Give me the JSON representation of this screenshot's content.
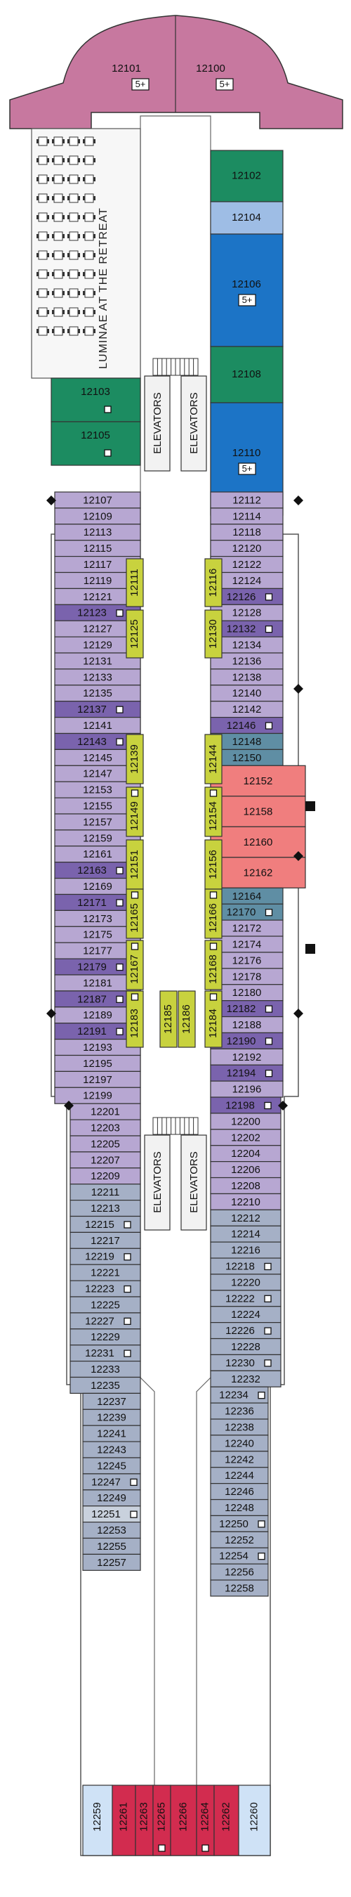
{
  "colors": {
    "bow": "#c7789f",
    "lavender": "#b7a7d2",
    "purple": "#7a63ad",
    "green": "#1c8c61",
    "blue": "#1c74c6",
    "lightblue": "#9ebde5",
    "gray": "#a5b0c6",
    "lightgray": "#c9d1dd",
    "yellow": "#c8d23e",
    "red": "#f07e7e",
    "teal": "#5f8ea4",
    "stern": "#d22c4f",
    "sternlight": "#cfe2f6",
    "corridor": "#ffffff"
  },
  "labels": {
    "venue": "LUMINAE AT THE RETREAT",
    "elevators": "ELEVATORS",
    "badge": "5+"
  },
  "bow_cabins": [
    {
      "id": "12101",
      "badge": true
    },
    {
      "id": "12100",
      "badge": true
    }
  ],
  "front_left_suites": [
    "12103",
    "12105"
  ],
  "front_right_suites": [
    {
      "id": "12102",
      "color": "green",
      "badge": false
    },
    {
      "id": "12104",
      "color": "lightblue",
      "badge": false
    },
    {
      "id": "12106",
      "color": "blue",
      "badge": true
    },
    {
      "id": "12108",
      "color": "green",
      "badge": false
    },
    {
      "id": "12110",
      "color": "blue",
      "badge": true
    }
  ],
  "left_cabins": [
    {
      "id": "12107",
      "c": "lavender"
    },
    {
      "id": "12109",
      "c": "lavender"
    },
    {
      "id": "12113",
      "c": "lavender"
    },
    {
      "id": "12115",
      "c": "lavender"
    },
    {
      "id": "12117",
      "c": "lavender"
    },
    {
      "id": "12119",
      "c": "lavender"
    },
    {
      "id": "12121",
      "c": "lavender"
    },
    {
      "id": "12123",
      "c": "purple",
      "a": true
    },
    {
      "id": "12127",
      "c": "lavender"
    },
    {
      "id": "12129",
      "c": "lavender"
    },
    {
      "id": "12131",
      "c": "lavender"
    },
    {
      "id": "12133",
      "c": "lavender"
    },
    {
      "id": "12135",
      "c": "lavender"
    },
    {
      "id": "12137",
      "c": "purple",
      "a": true
    },
    {
      "id": "12141",
      "c": "lavender"
    },
    {
      "id": "12143",
      "c": "purple",
      "a": true
    },
    {
      "id": "12145",
      "c": "lavender"
    },
    {
      "id": "12147",
      "c": "lavender"
    },
    {
      "id": "12153",
      "c": "lavender"
    },
    {
      "id": "12155",
      "c": "lavender"
    },
    {
      "id": "12157",
      "c": "lavender"
    },
    {
      "id": "12159",
      "c": "lavender"
    },
    {
      "id": "12161",
      "c": "lavender"
    },
    {
      "id": "12163",
      "c": "purple",
      "a": true
    },
    {
      "id": "12169",
      "c": "lavender"
    },
    {
      "id": "12171",
      "c": "purple",
      "a": true
    },
    {
      "id": "12173",
      "c": "lavender"
    },
    {
      "id": "12175",
      "c": "lavender"
    },
    {
      "id": "12177",
      "c": "lavender"
    },
    {
      "id": "12179",
      "c": "purple",
      "a": true
    },
    {
      "id": "12181",
      "c": "lavender"
    },
    {
      "id": "12187",
      "c": "purple",
      "a": true
    },
    {
      "id": "12189",
      "c": "lavender"
    },
    {
      "id": "12191",
      "c": "purple",
      "a": true
    },
    {
      "id": "12193",
      "c": "lavender"
    },
    {
      "id": "12195",
      "c": "lavender"
    },
    {
      "id": "12197",
      "c": "lavender"
    },
    {
      "id": "12199",
      "c": "lavender"
    },
    {
      "id": "12201",
      "c": "lavender"
    },
    {
      "id": "12203",
      "c": "lavender"
    },
    {
      "id": "12205",
      "c": "lavender"
    },
    {
      "id": "12207",
      "c": "lavender"
    },
    {
      "id": "12209",
      "c": "lavender"
    },
    {
      "id": "12211",
      "c": "gray"
    },
    {
      "id": "12213",
      "c": "gray"
    },
    {
      "id": "12215",
      "c": "gray",
      "a": true
    },
    {
      "id": "12217",
      "c": "gray"
    },
    {
      "id": "12219",
      "c": "gray",
      "a": true
    },
    {
      "id": "12221",
      "c": "gray"
    },
    {
      "id": "12223",
      "c": "gray",
      "a": true
    },
    {
      "id": "12225",
      "c": "gray"
    },
    {
      "id": "12227",
      "c": "gray",
      "a": true
    },
    {
      "id": "12229",
      "c": "gray"
    },
    {
      "id": "12231",
      "c": "gray",
      "a": true
    },
    {
      "id": "12233",
      "c": "gray"
    },
    {
      "id": "12235",
      "c": "gray"
    },
    {
      "id": "12237",
      "c": "gray"
    },
    {
      "id": "12239",
      "c": "gray"
    },
    {
      "id": "12241",
      "c": "gray"
    },
    {
      "id": "12243",
      "c": "gray"
    },
    {
      "id": "12245",
      "c": "gray"
    },
    {
      "id": "12247",
      "c": "gray",
      "a": true
    },
    {
      "id": "12249",
      "c": "gray"
    },
    {
      "id": "12251",
      "c": "lightgray",
      "a": true
    },
    {
      "id": "12253",
      "c": "gray"
    },
    {
      "id": "12255",
      "c": "gray"
    },
    {
      "id": "12257",
      "c": "gray"
    }
  ],
  "right_cabins": [
    {
      "id": "12112",
      "c": "lavender"
    },
    {
      "id": "12114",
      "c": "lavender"
    },
    {
      "id": "12118",
      "c": "lavender"
    },
    {
      "id": "12120",
      "c": "lavender"
    },
    {
      "id": "12122",
      "c": "lavender"
    },
    {
      "id": "12124",
      "c": "lavender"
    },
    {
      "id": "12126",
      "c": "purple",
      "a": true
    },
    {
      "id": "12128",
      "c": "lavender"
    },
    {
      "id": "12132",
      "c": "purple",
      "a": true
    },
    {
      "id": "12134",
      "c": "lavender"
    },
    {
      "id": "12136",
      "c": "lavender"
    },
    {
      "id": "12138",
      "c": "lavender"
    },
    {
      "id": "12140",
      "c": "lavender"
    },
    {
      "id": "12142",
      "c": "lavender"
    },
    {
      "id": "12146",
      "c": "purple",
      "a": true
    },
    {
      "id": "12148",
      "c": "teal"
    },
    {
      "id": "12150",
      "c": "teal"
    },
    {
      "id": "12152",
      "c": "red"
    },
    {
      "id": "12158",
      "c": "red"
    },
    {
      "id": "12160",
      "c": "red"
    },
    {
      "id": "12162",
      "c": "red"
    },
    {
      "id": "12164",
      "c": "teal"
    },
    {
      "id": "12170",
      "c": "teal",
      "a": true
    },
    {
      "id": "12172",
      "c": "lavender"
    },
    {
      "id": "12174",
      "c": "lavender"
    },
    {
      "id": "12176",
      "c": "lavender"
    },
    {
      "id": "12178",
      "c": "lavender"
    },
    {
      "id": "12180",
      "c": "lavender"
    },
    {
      "id": "12182",
      "c": "purple",
      "a": true
    },
    {
      "id": "12188",
      "c": "lavender"
    },
    {
      "id": "12190",
      "c": "purple",
      "a": true
    },
    {
      "id": "12192",
      "c": "lavender"
    },
    {
      "id": "12194",
      "c": "purple",
      "a": true
    },
    {
      "id": "12196",
      "c": "lavender"
    },
    {
      "id": "12198",
      "c": "purple",
      "a": true
    },
    {
      "id": "12200",
      "c": "lavender"
    },
    {
      "id": "12202",
      "c": "lavender"
    },
    {
      "id": "12204",
      "c": "lavender"
    },
    {
      "id": "12206",
      "c": "lavender"
    },
    {
      "id": "12208",
      "c": "lavender"
    },
    {
      "id": "12210",
      "c": "lavender"
    },
    {
      "id": "12212",
      "c": "gray"
    },
    {
      "id": "12214",
      "c": "gray"
    },
    {
      "id": "12216",
      "c": "gray"
    },
    {
      "id": "12218",
      "c": "gray",
      "a": true
    },
    {
      "id": "12220",
      "c": "gray"
    },
    {
      "id": "12222",
      "c": "gray",
      "a": true
    },
    {
      "id": "12224",
      "c": "gray"
    },
    {
      "id": "12226",
      "c": "gray",
      "a": true
    },
    {
      "id": "12228",
      "c": "gray"
    },
    {
      "id": "12230",
      "c": "gray",
      "a": true
    },
    {
      "id": "12232",
      "c": "gray"
    },
    {
      "id": "12234",
      "c": "gray",
      "a": true
    },
    {
      "id": "12236",
      "c": "gray"
    },
    {
      "id": "12238",
      "c": "gray"
    },
    {
      "id": "12240",
      "c": "gray"
    },
    {
      "id": "12242",
      "c": "gray"
    },
    {
      "id": "12244",
      "c": "gray"
    },
    {
      "id": "12246",
      "c": "gray"
    },
    {
      "id": "12248",
      "c": "gray"
    },
    {
      "id": "12250",
      "c": "gray",
      "a": true
    },
    {
      "id": "12252",
      "c": "gray"
    },
    {
      "id": "12254",
      "c": "gray",
      "a": true
    },
    {
      "id": "12256",
      "c": "gray"
    },
    {
      "id": "12258",
      "c": "gray"
    }
  ],
  "center_left": [
    {
      "id": "12111"
    },
    {
      "id": "12125"
    },
    {
      "id": "12139"
    },
    {
      "id": "12149",
      "a": true
    },
    {
      "id": "12151"
    },
    {
      "id": "12165",
      "a": true
    },
    {
      "id": "12167",
      "a": true
    },
    {
      "id": "12183",
      "a": true
    }
  ],
  "center_right": [
    {
      "id": "12116"
    },
    {
      "id": "12130"
    },
    {
      "id": "12144"
    },
    {
      "id": "12154",
      "a": true
    },
    {
      "id": "12156"
    },
    {
      "id": "12166",
      "a": true
    },
    {
      "id": "12168",
      "a": true
    },
    {
      "id": "12184",
      "a": true
    }
  ],
  "center_middle": [
    "12185",
    "12186"
  ],
  "stern_cabins": [
    {
      "id": "12259",
      "c": "sternlight"
    },
    {
      "id": "12261",
      "c": "stern"
    },
    {
      "id": "12263",
      "c": "stern"
    },
    {
      "id": "12265",
      "c": "stern",
      "a": true
    },
    {
      "id": "12266",
      "c": "stern"
    },
    {
      "id": "12264",
      "c": "stern",
      "a": true
    },
    {
      "id": "12262",
      "c": "stern"
    },
    {
      "id": "12260",
      "c": "sternlight"
    }
  ]
}
